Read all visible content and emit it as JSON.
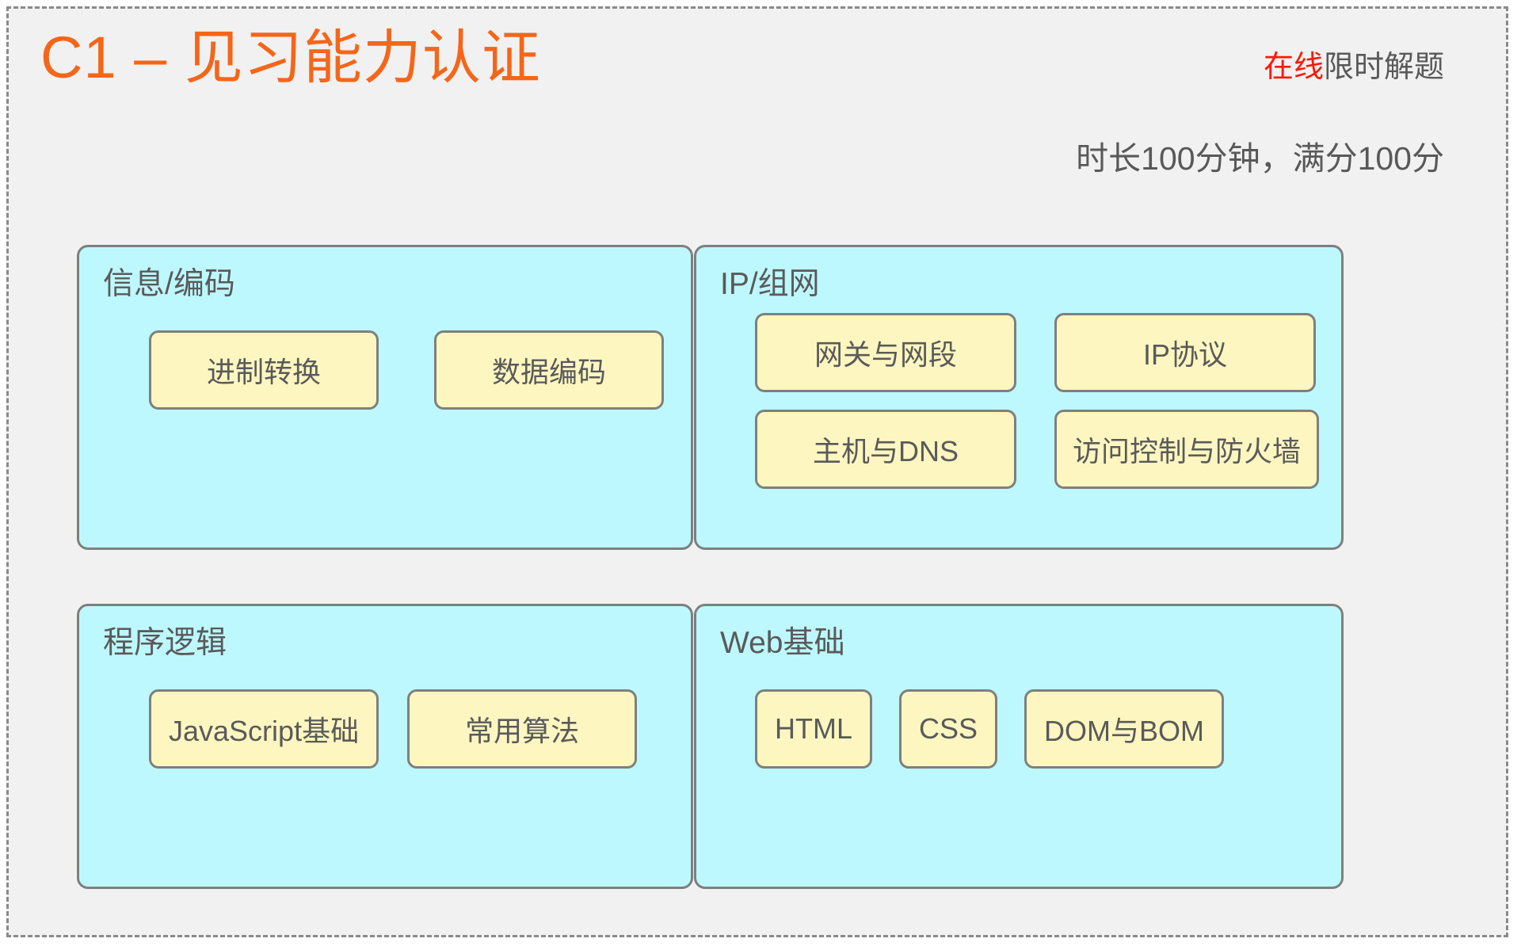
{
  "header": {
    "title": "C1 – 见习能力认证",
    "note_line1_highlight": "在线",
    "note_line1_rest": "限时解题",
    "note_line2": "时长100分钟，满分100分"
  },
  "colors": {
    "title": "#f4671b",
    "highlight": "#fb1903",
    "text": "#595959",
    "card_bg": "#bdf8fe",
    "chip_bg": "#fdf6c0",
    "border": "#7f7f7f",
    "page_bg": "#f1f1f1"
  },
  "cards": [
    {
      "title": "信息/编码",
      "rows": [
        [
          "进制转换",
          "数据编码"
        ]
      ]
    },
    {
      "title": "IP/组网",
      "rows": [
        [
          "网关与网段",
          "IP协议"
        ],
        [
          "主机与DNS",
          "访问控制与防火墙"
        ]
      ]
    },
    {
      "title": "程序逻辑",
      "rows": [
        [
          "JavaScript基础",
          "常用算法"
        ]
      ]
    },
    {
      "title": "Web基础",
      "rows": [
        [
          "HTML",
          "CSS",
          "DOM与BOM"
        ]
      ]
    }
  ]
}
